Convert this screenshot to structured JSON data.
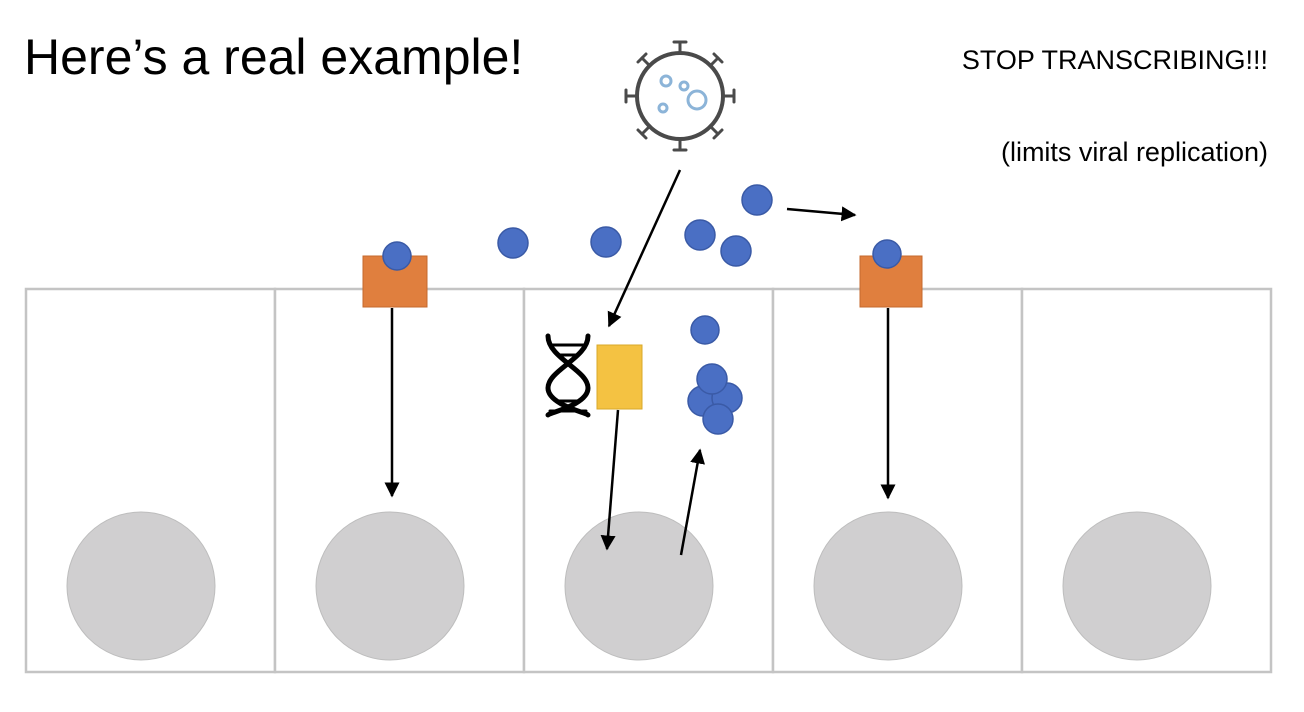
{
  "title": "Here’s a real example!",
  "notes": {
    "line1": "STOP TRANSCRIBING!!!",
    "line2": "(limits viral replication)"
  },
  "colors": {
    "cell_border": "#c4c4c4",
    "nucleus": "#d0cfd0",
    "receptor": "#e07f3e",
    "interferon": "#4a6fc4",
    "interferon_stroke": "#3a5aa6",
    "transcription_factor": "#f4c242",
    "virus_outline": "#4a4a4a",
    "virus_particles": "#8cb4d8",
    "arrow": "#000000"
  },
  "icons": {
    "virus": "virus-icon",
    "dna": "dna-helix-icon"
  }
}
